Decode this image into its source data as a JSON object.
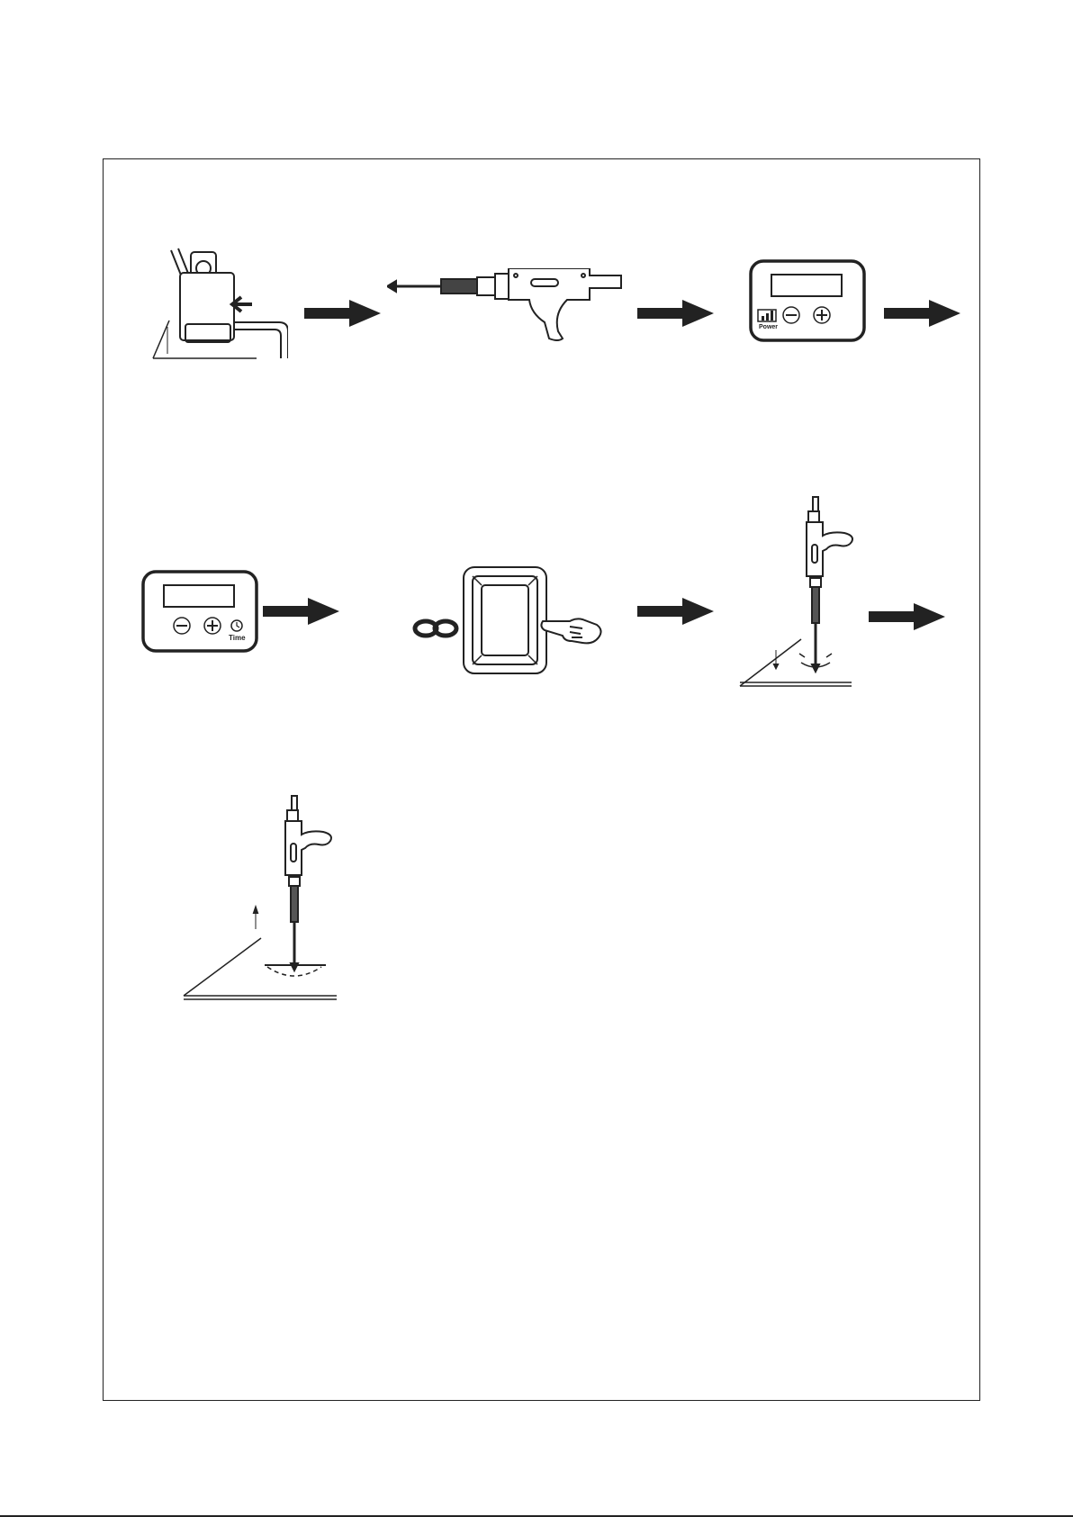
{
  "diagram": {
    "panels": [
      {
        "id": "step-1",
        "icon": "gun-tip-clamp-icon"
      },
      {
        "id": "step-2",
        "icon": "stud-welder-gun-icon"
      },
      {
        "id": "step-3",
        "icon": "power-control-panel-icon",
        "label": "Power"
      },
      {
        "id": "step-4",
        "icon": "time-control-panel-icon",
        "label": "Time"
      },
      {
        "id": "step-5",
        "icon": "trigger-switch-icon"
      },
      {
        "id": "step-6",
        "icon": "gun-welding-down-icon"
      },
      {
        "id": "step-7",
        "icon": "gun-lifting-up-icon"
      }
    ],
    "colors": {
      "ink": "#222222",
      "paper": "#ffffff"
    }
  }
}
